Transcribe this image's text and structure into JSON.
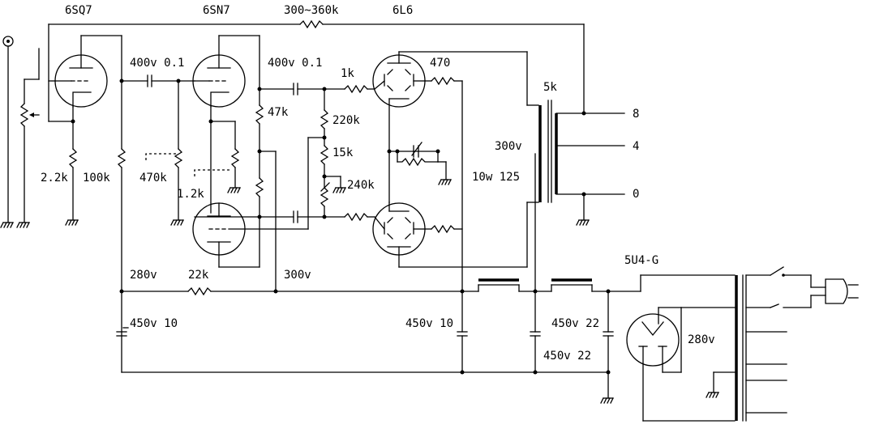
{
  "tubes": {
    "v1": "6SQ7",
    "v2": "6SN7",
    "v3": "6L6",
    "rect": "5U4-G"
  },
  "components": {
    "feedback_res": "300~360k",
    "cap1": "400v 0.1",
    "cap2": "400v 0.1",
    "r_2_2k": "2.2k",
    "r_100k": "100k",
    "r_470k": "470k",
    "r_1_2k": "1.2k",
    "r_47k": "47k",
    "r_1k": "1k",
    "r_470": "470",
    "r_220k": "220k",
    "r_15k": "15k",
    "r_240k": "240k",
    "r_10w": "10w 125",
    "opt": "5k",
    "v_300_b": "300v",
    "r_22k": "22k",
    "v_280": "280v",
    "v_300": "300v",
    "c1": "450v 10",
    "c2": "450v 10",
    "c3": "450v 22",
    "c4": "450v 22",
    "v_280_tr": "280v"
  },
  "taps": {
    "t8": "8",
    "t4": "4",
    "t0": "0"
  }
}
